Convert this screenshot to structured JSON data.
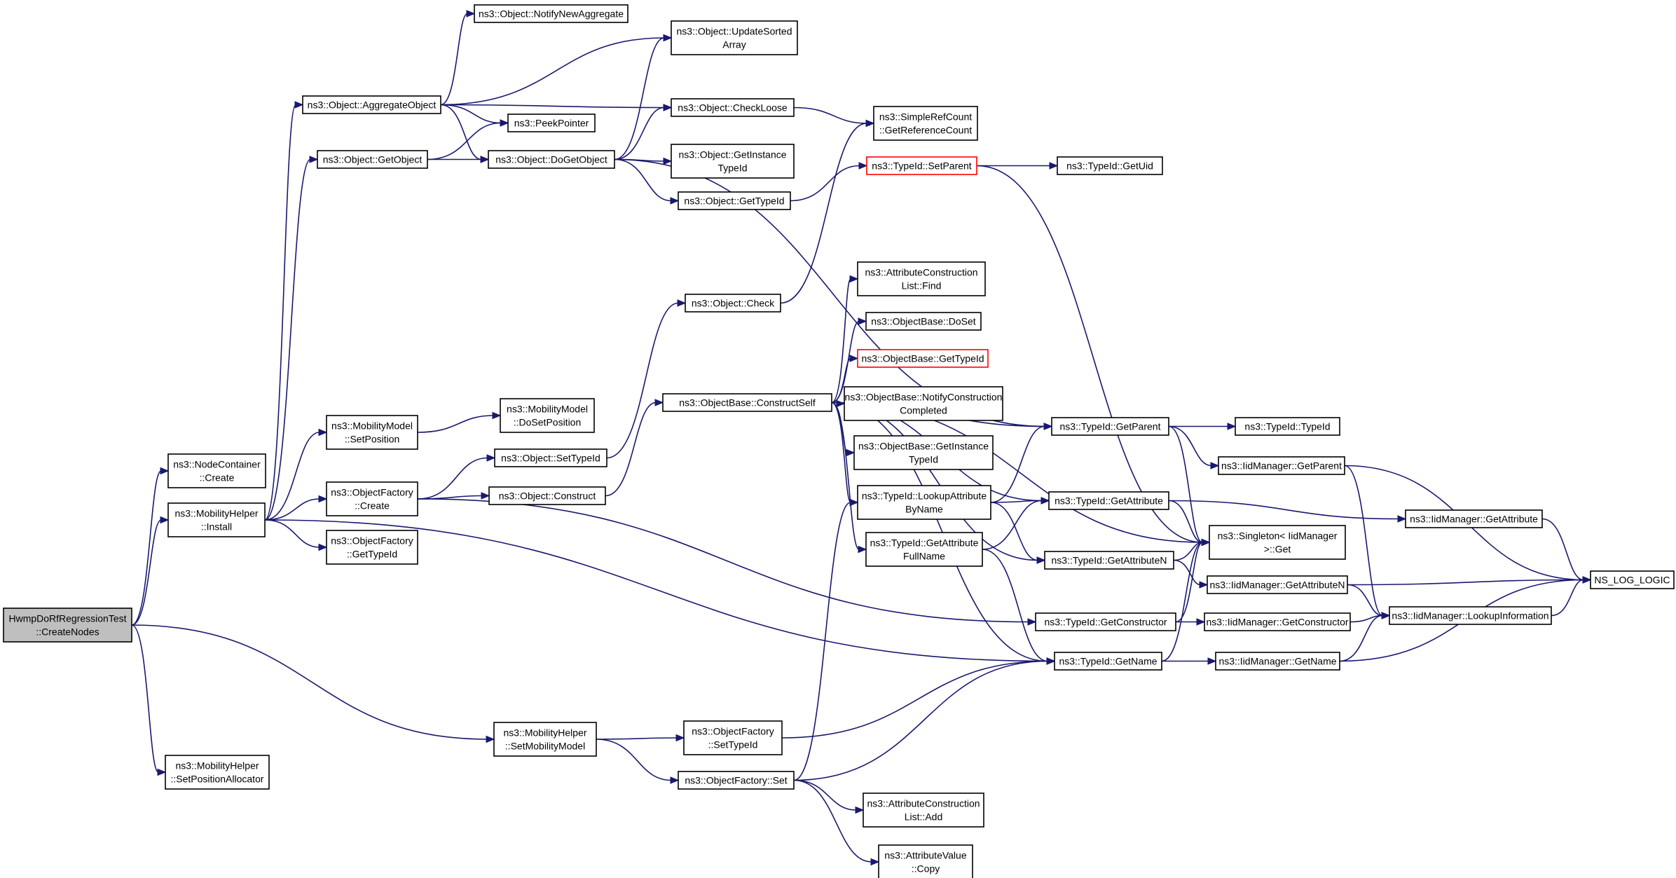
{
  "graph": {
    "colors": {
      "edge": "#191970",
      "root_fill": "#bfbfbf",
      "truncated_border": "#ff0000",
      "node_border": "#000000"
    },
    "nodes": [
      {
        "id": "root",
        "lines": [
          "HwmpDoRfRegressionTest",
          "::CreateNodes"
        ],
        "root": true
      },
      {
        "id": "nc_create",
        "lines": [
          "ns3::NodeContainer",
          "::Create"
        ]
      },
      {
        "id": "mh_install",
        "lines": [
          "ns3::MobilityHelper",
          "::Install"
        ]
      },
      {
        "id": "mh_setmob",
        "lines": [
          "ns3::MobilityHelper",
          "::SetMobilityModel"
        ]
      },
      {
        "id": "mh_setpos",
        "lines": [
          "ns3::MobilityHelper",
          "::SetPositionAllocator"
        ]
      },
      {
        "id": "obj_aggregate",
        "lines": [
          "ns3::Object::AggregateObject"
        ]
      },
      {
        "id": "obj_getobject",
        "lines": [
          "ns3::Object::GetObject"
        ]
      },
      {
        "id": "mm_setpos",
        "lines": [
          "ns3::MobilityModel",
          "::SetPosition"
        ]
      },
      {
        "id": "of_create",
        "lines": [
          "ns3::ObjectFactory",
          "::Create"
        ]
      },
      {
        "id": "of_gettid",
        "lines": [
          "ns3::ObjectFactory",
          "::GetTypeId"
        ]
      },
      {
        "id": "obj_notify",
        "lines": [
          "ns3::Object::NotifyNewAggregate"
        ]
      },
      {
        "id": "peekptr",
        "lines": [
          "ns3::PeekPointer"
        ]
      },
      {
        "id": "obj_dogetobject",
        "lines": [
          "ns3::Object::DoGetObject"
        ]
      },
      {
        "id": "obj_updatesorted",
        "lines": [
          "ns3::Object::UpdateSorted",
          "Array"
        ]
      },
      {
        "id": "obj_checkloose",
        "lines": [
          "ns3::Object::CheckLoose"
        ]
      },
      {
        "id": "obj_getinstancetid",
        "lines": [
          "ns3::Object::GetInstance",
          "TypeId"
        ]
      },
      {
        "id": "obj_gettid",
        "lines": [
          "ns3::Object::GetTypeId"
        ]
      },
      {
        "id": "mm_dosetpos",
        "lines": [
          "ns3::MobilityModel",
          "::DoSetPosition"
        ]
      },
      {
        "id": "obj_settid",
        "lines": [
          "ns3::Object::SetTypeId"
        ]
      },
      {
        "id": "obj_construct",
        "lines": [
          "ns3::Object::Construct"
        ]
      },
      {
        "id": "obj_check",
        "lines": [
          "ns3::Object::Check"
        ]
      },
      {
        "id": "ob_constructself",
        "lines": [
          "ns3::ObjectBase::ConstructSelf"
        ]
      },
      {
        "id": "of_settid",
        "lines": [
          "ns3::ObjectFactory",
          "::SetTypeId"
        ]
      },
      {
        "id": "of_set",
        "lines": [
          "ns3::ObjectFactory::Set"
        ]
      },
      {
        "id": "src_getrefcount",
        "lines": [
          "ns3::SimpleRefCount",
          "::GetReferenceCount"
        ]
      },
      {
        "id": "tid_setparent",
        "lines": [
          "ns3::TypeId::SetParent"
        ],
        "truncated": true
      },
      {
        "id": "acl_find",
        "lines": [
          "ns3::AttributeConstruction",
          "List::Find"
        ]
      },
      {
        "id": "ob_doset",
        "lines": [
          "ns3::ObjectBase::DoSet"
        ]
      },
      {
        "id": "ob_gettid",
        "lines": [
          "ns3::ObjectBase::GetTypeId"
        ],
        "truncated": true
      },
      {
        "id": "ob_notifyconstr",
        "lines": [
          "ns3::ObjectBase::NotifyConstruction",
          "Completed"
        ]
      },
      {
        "id": "ob_getinstancetid",
        "lines": [
          "ns3::ObjectBase::GetInstance",
          "TypeId"
        ]
      },
      {
        "id": "tid_lookupattr",
        "lines": [
          "ns3::TypeId::LookupAttribute",
          "ByName"
        ]
      },
      {
        "id": "tid_getattrfull",
        "lines": [
          "ns3::TypeId::GetAttribute",
          "FullName"
        ]
      },
      {
        "id": "acl_add",
        "lines": [
          "ns3::AttributeConstruction",
          "List::Add"
        ]
      },
      {
        "id": "av_copy",
        "lines": [
          "ns3::AttributeValue",
          "::Copy"
        ]
      },
      {
        "id": "tid_getuid",
        "lines": [
          "ns3::TypeId::GetUid"
        ]
      },
      {
        "id": "tid_getparent",
        "lines": [
          "ns3::TypeId::GetParent"
        ]
      },
      {
        "id": "tid_getattr",
        "lines": [
          "ns3::TypeId::GetAttribute"
        ]
      },
      {
        "id": "tid_getattrn",
        "lines": [
          "ns3::TypeId::GetAttributeN"
        ]
      },
      {
        "id": "tid_getconstructor",
        "lines": [
          "ns3::TypeId::GetConstructor"
        ]
      },
      {
        "id": "tid_getname",
        "lines": [
          "ns3::TypeId::GetName"
        ]
      },
      {
        "id": "tid_typeid",
        "lines": [
          "ns3::TypeId::TypeId"
        ]
      },
      {
        "id": "singleton_get",
        "lines": [
          "ns3::Singleton< IidManager",
          ">::Get"
        ]
      },
      {
        "id": "iid_getparent",
        "lines": [
          "ns3::IidManager::GetParent"
        ]
      },
      {
        "id": "iid_getattr",
        "lines": [
          "ns3::IidManager::GetAttribute"
        ]
      },
      {
        "id": "iid_getattrn",
        "lines": [
          "ns3::IidManager::GetAttributeN"
        ]
      },
      {
        "id": "iid_getconstructor",
        "lines": [
          "ns3::IidManager::GetConstructor"
        ]
      },
      {
        "id": "iid_getname",
        "lines": [
          "ns3::IidManager::GetName"
        ]
      },
      {
        "id": "iid_lookupinfo",
        "lines": [
          "ns3::IidManager::LookupInformation"
        ]
      },
      {
        "id": "ns_log_logic",
        "lines": [
          "NS_LOG_LOGIC"
        ]
      }
    ],
    "edges": [
      [
        "root",
        "nc_create"
      ],
      [
        "root",
        "mh_install"
      ],
      [
        "root",
        "mh_setmob"
      ],
      [
        "root",
        "mh_setpos"
      ],
      [
        "mh_install",
        "obj_aggregate"
      ],
      [
        "mh_install",
        "obj_getobject"
      ],
      [
        "mh_install",
        "mm_setpos"
      ],
      [
        "mh_install",
        "of_create"
      ],
      [
        "mh_install",
        "of_gettid"
      ],
      [
        "mh_install",
        "tid_getname"
      ],
      [
        "obj_aggregate",
        "obj_notify"
      ],
      [
        "obj_aggregate",
        "obj_updatesorted"
      ],
      [
        "obj_aggregate",
        "obj_checkloose"
      ],
      [
        "obj_aggregate",
        "peekptr"
      ],
      [
        "obj_aggregate",
        "obj_dogetobject"
      ],
      [
        "obj_getobject",
        "peekptr"
      ],
      [
        "obj_getobject",
        "obj_dogetobject"
      ],
      [
        "obj_dogetobject",
        "obj_updatesorted"
      ],
      [
        "obj_dogetobject",
        "obj_checkloose"
      ],
      [
        "obj_dogetobject",
        "obj_getinstancetid"
      ],
      [
        "obj_dogetobject",
        "obj_gettid"
      ],
      [
        "obj_dogetobject",
        "tid_getparent"
      ],
      [
        "obj_checkloose",
        "src_getrefcount"
      ],
      [
        "obj_gettid",
        "tid_setparent"
      ],
      [
        "tid_setparent",
        "tid_getuid"
      ],
      [
        "tid_setparent",
        "singleton_get"
      ],
      [
        "mm_setpos",
        "mm_dosetpos"
      ],
      [
        "of_create",
        "obj_settid"
      ],
      [
        "of_create",
        "obj_construct"
      ],
      [
        "of_create",
        "tid_getconstructor"
      ],
      [
        "obj_settid",
        "obj_check"
      ],
      [
        "obj_check",
        "src_getrefcount"
      ],
      [
        "obj_construct",
        "ob_constructself"
      ],
      [
        "ob_constructself",
        "acl_find"
      ],
      [
        "ob_constructself",
        "ob_doset"
      ],
      [
        "ob_constructself",
        "ob_gettid"
      ],
      [
        "ob_constructself",
        "ob_notifyconstr"
      ],
      [
        "ob_constructself",
        "ob_getinstancetid"
      ],
      [
        "ob_constructself",
        "tid_lookupattr"
      ],
      [
        "ob_constructself",
        "tid_getattrfull"
      ],
      [
        "ob_constructself",
        "tid_getparent"
      ],
      [
        "ob_constructself",
        "tid_getattr"
      ],
      [
        "ob_constructself",
        "tid_getattrn"
      ],
      [
        "ob_constructself",
        "tid_getname"
      ],
      [
        "ob_constructself",
        "singleton_get"
      ],
      [
        "mh_setmob",
        "of_settid"
      ],
      [
        "mh_setmob",
        "of_set"
      ],
      [
        "of_settid",
        "tid_getname"
      ],
      [
        "of_set",
        "tid_lookupattr"
      ],
      [
        "of_set",
        "acl_add"
      ],
      [
        "of_set",
        "av_copy"
      ],
      [
        "of_set",
        "tid_getname"
      ],
      [
        "tid_lookupattr",
        "tid_getparent"
      ],
      [
        "tid_lookupattr",
        "tid_getattr"
      ],
      [
        "tid_lookupattr",
        "tid_getattrn"
      ],
      [
        "tid_getattrfull",
        "tid_getattr"
      ],
      [
        "tid_getattrfull",
        "tid_getname"
      ],
      [
        "tid_getparent",
        "tid_typeid"
      ],
      [
        "tid_getparent",
        "iid_getparent"
      ],
      [
        "tid_getparent",
        "singleton_get"
      ],
      [
        "tid_getattr",
        "iid_getattr"
      ],
      [
        "tid_getattr",
        "singleton_get"
      ],
      [
        "tid_getattrn",
        "singleton_get"
      ],
      [
        "tid_getattrn",
        "iid_getattrn"
      ],
      [
        "tid_getconstructor",
        "singleton_get"
      ],
      [
        "tid_getconstructor",
        "iid_getconstructor"
      ],
      [
        "tid_getname",
        "singleton_get"
      ],
      [
        "tid_getname",
        "iid_getname"
      ],
      [
        "iid_getparent",
        "iid_lookupinfo"
      ],
      [
        "iid_getparent",
        "ns_log_logic"
      ],
      [
        "iid_getattr",
        "ns_log_logic"
      ],
      [
        "iid_getattrn",
        "iid_lookupinfo"
      ],
      [
        "iid_getattrn",
        "ns_log_logic"
      ],
      [
        "iid_getconstructor",
        "iid_lookupinfo"
      ],
      [
        "iid_getname",
        "iid_lookupinfo"
      ],
      [
        "iid_getname",
        "ns_log_logic"
      ],
      [
        "iid_lookupinfo",
        "ns_log_logic"
      ]
    ]
  }
}
